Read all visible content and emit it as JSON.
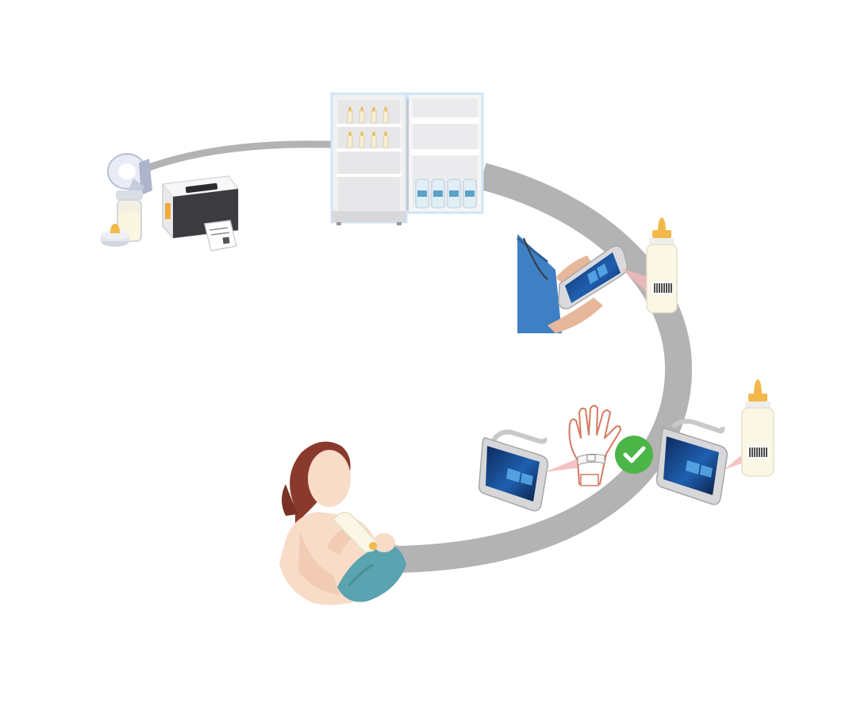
{
  "diagram": {
    "type": "breast-milk-tracking-workflow",
    "stages": [
      {
        "id": "collect",
        "items": [
          "breast-pump-icon",
          "milk-bottle-icon",
          "label-printer-icon",
          "printed-label-icon"
        ]
      },
      {
        "id": "store",
        "items": [
          "refrigerator-icon"
        ]
      },
      {
        "id": "verify-bottle",
        "items": [
          "nurse-icon",
          "tablet-icon",
          "milk-bottle-icon",
          "barcode-icon"
        ]
      },
      {
        "id": "verify-patient",
        "items": [
          "tablet-icon",
          "hand-icon",
          "wristband-icon",
          "check-icon",
          "tablet-icon",
          "milk-bottle-icon",
          "barcode-icon"
        ]
      },
      {
        "id": "feed",
        "items": [
          "mother-icon",
          "baby-icon",
          "feeding-bottle-icon"
        ]
      }
    ],
    "colors": {
      "path": "#b3b3b3",
      "check": "#4cb548",
      "scan_beam": "#f2b8b8",
      "fridge_outline": "#cfe6f7",
      "screen": "#1a3f7a",
      "nipple": "#f2b94a",
      "skin": "#f8dcc8",
      "hair": "#8a3a2c",
      "blanket": "#5aa3b0"
    }
  }
}
